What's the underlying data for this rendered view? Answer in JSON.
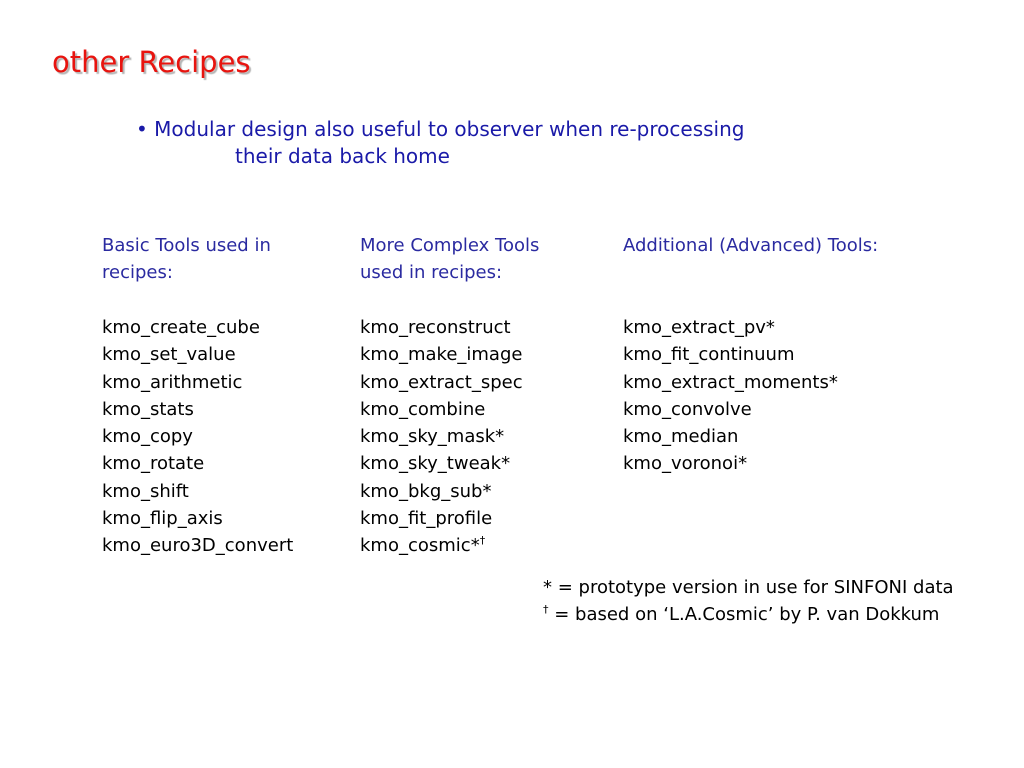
{
  "title": "other Recipes",
  "bullet": {
    "marker": "•",
    "line1": "Modular design also useful to observer when re-processing",
    "line2": "their data back home"
  },
  "columns": [
    {
      "heading_line1": "Basic Tools used in",
      "heading_line2": "recipes:",
      "items": [
        "kmo_create_cube",
        "kmo_set_value",
        "kmo_arithmetic",
        "kmo_stats",
        "kmo_copy",
        "kmo_rotate",
        "kmo_shift",
        "kmo_flip_axis",
        "kmo_euro3D_convert"
      ]
    },
    {
      "heading_line1": "More Complex Tools",
      "heading_line2": "used in recipes:",
      "items": [
        "kmo_reconstruct",
        "kmo_make_image",
        "kmo_extract_spec",
        "kmo_combine",
        "kmo_sky_mask*",
        "kmo_sky_tweak*",
        "kmo_bkg_sub*",
        "kmo_fit_profile",
        "kmo_cosmic*"
      ],
      "last_item_superscript": "†"
    },
    {
      "heading_line1": "Additional (Advanced) Tools:",
      "heading_line2": "",
      "items": [
        "kmo_extract_pv*",
        "kmo_fit_continuum",
        "kmo_extract_moments*",
        "kmo_convolve",
        "kmo_median",
        "kmo_voronoi*"
      ]
    }
  ],
  "notes": {
    "prototype": "* = prototype version in use for SINFONI data",
    "dagger_symbol": "†",
    "dagger_text": " = based on ‘L.A.Cosmic’ by P. van Dokkum"
  }
}
